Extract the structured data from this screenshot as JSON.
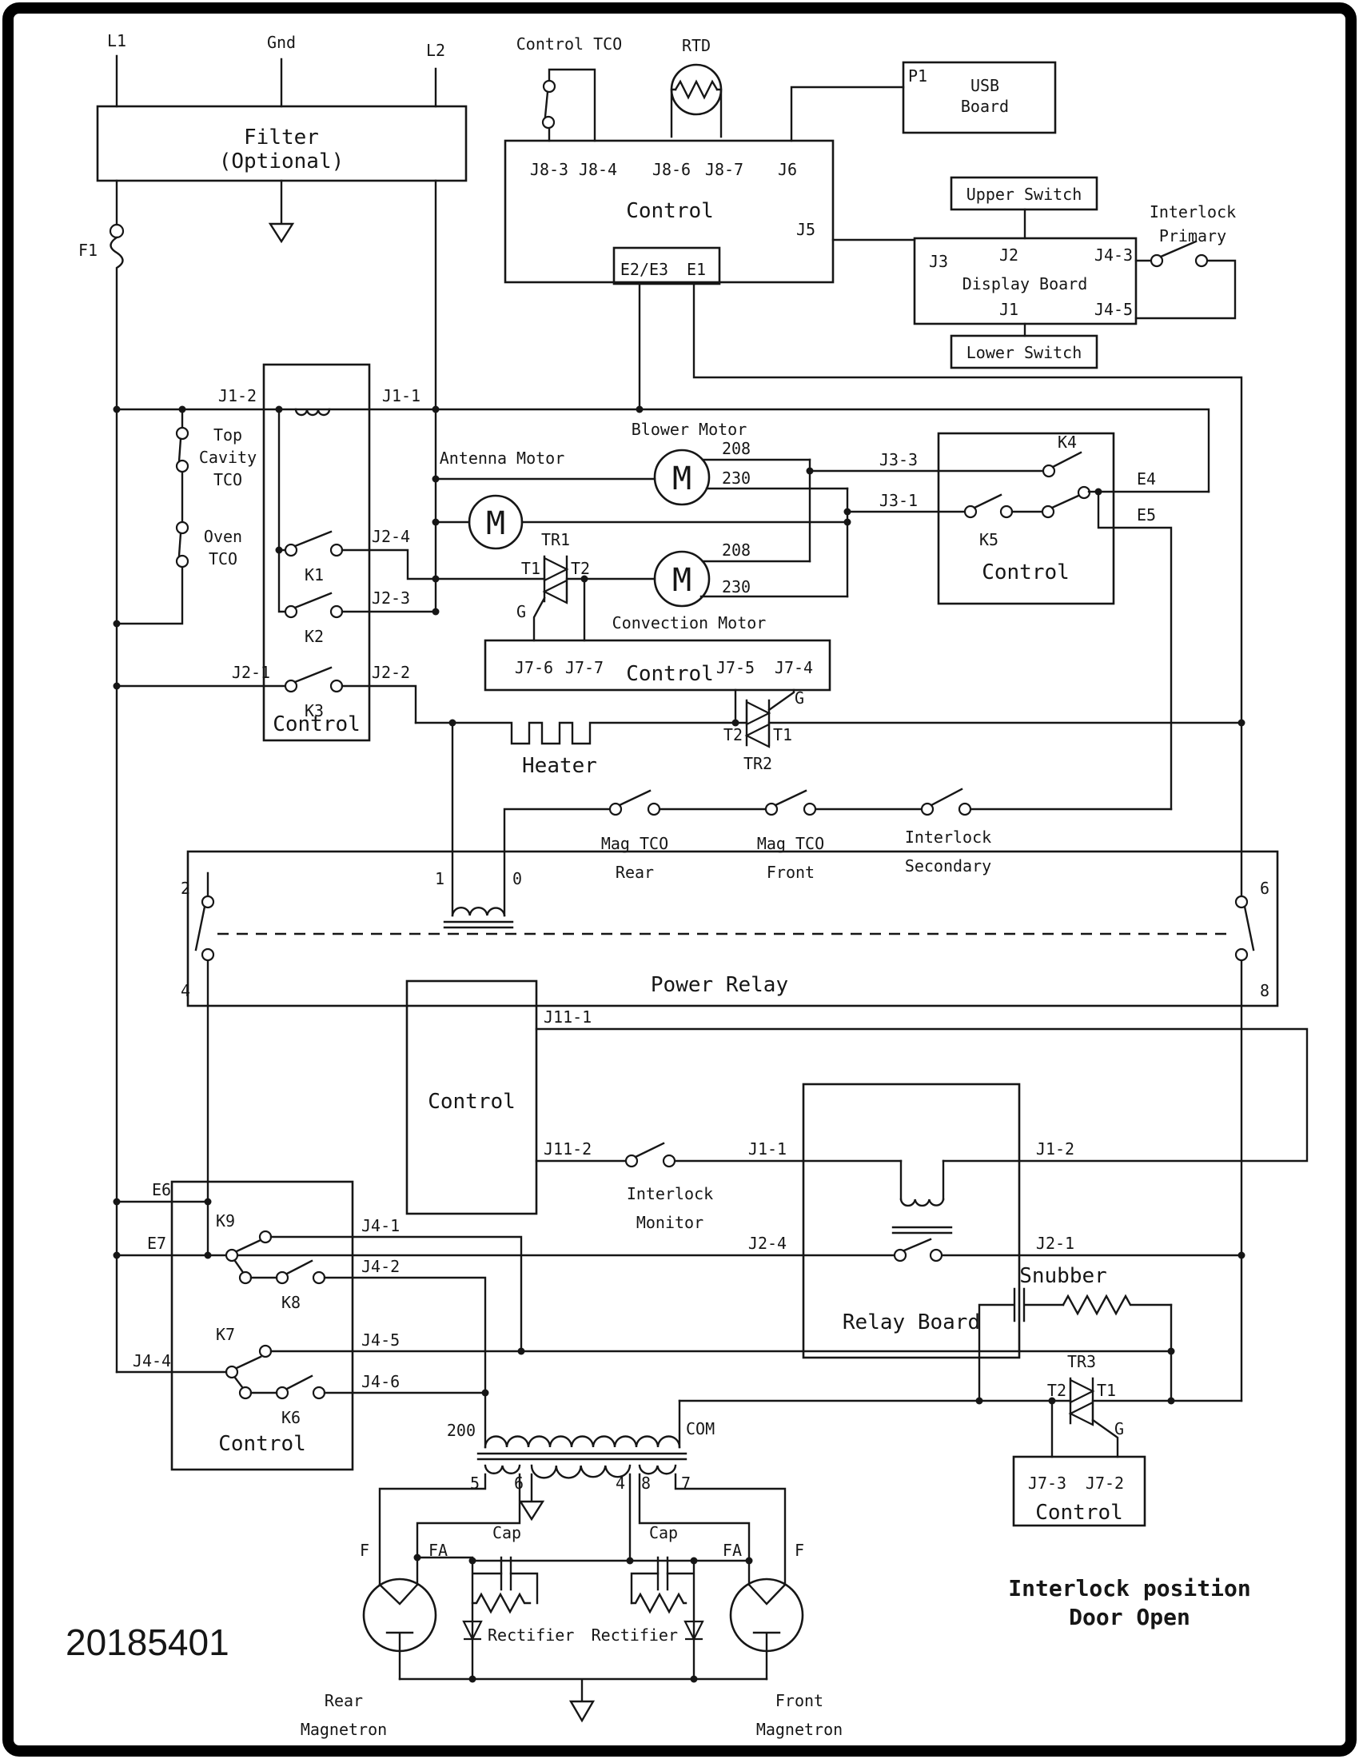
{
  "drawing_number": "20185401",
  "note": {
    "line1": "Interlock position",
    "line2": "Door Open"
  },
  "power_input": {
    "l1": "L1",
    "gnd": "Gnd",
    "l2": "L2",
    "filter_line1": "Filter",
    "filter_line2": "(Optional)",
    "fuse": "F1"
  },
  "control_main": {
    "title": "Control",
    "tco": "Control TCO",
    "rtd": "RTD",
    "j83": "J8-3",
    "j84": "J8-4",
    "j86": "J8-6",
    "j87": "J8-7",
    "j6": "J6",
    "j5": "J5",
    "e2e3": "E2/E3",
    "e1": "E1"
  },
  "usb_board": {
    "p1": "P1",
    "line1": "USB",
    "line2": "Board"
  },
  "display_board": {
    "title": "Display Board",
    "upper_switch": "Upper Switch",
    "lower_switch": "Lower Switch",
    "j2": "J2",
    "j3": "J3",
    "j1": "J1",
    "j43": "J4-3",
    "j45": "J4-5",
    "interlock_primary_1": "Interlock",
    "interlock_primary_2": "Primary"
  },
  "relay_control": {
    "title": "Control",
    "j12": "J1-2",
    "j11": "J1-1",
    "k1": "K1",
    "k2": "K2",
    "k3": "K3",
    "j24": "J2-4",
    "j23": "J2-3",
    "j21": "J2-1",
    "j22": "J2-2",
    "top_cavity_1": "Top",
    "top_cavity_2": "Cavity",
    "top_cavity_3": "TCO",
    "oven_1": "Oven",
    "oven_2": "TCO"
  },
  "motors": {
    "blower": "Blower Motor",
    "antenna": "Antenna Motor",
    "convection": "Convection Motor",
    "m": "M",
    "blower_208": "208",
    "blower_230": "230",
    "conv_208": "208",
    "conv_230": "230"
  },
  "tr1": {
    "name": "TR1",
    "t1": "T1",
    "t2": "T2",
    "g": "G"
  },
  "tr2": {
    "name": "TR2",
    "t1": "T1",
    "t2": "T2",
    "g": "G"
  },
  "tr3": {
    "name": "TR3",
    "t1": "T1",
    "t2": "T2",
    "g": "G"
  },
  "control_mid": {
    "title": "Control",
    "j76": "J7-6",
    "j77": "J7-7",
    "j75": "J7-5",
    "j74": "J7-4"
  },
  "control_k45": {
    "title": "Control",
    "k4": "K4",
    "k5": "K5",
    "j33": "J3-3",
    "j31": "J3-1",
    "e4": "E4",
    "e5": "E5"
  },
  "heater": "Heater",
  "mag_tco": {
    "rear_1": "Mag TCO",
    "rear_2": "Rear",
    "front_1": "Mag TCO",
    "front_2": "Front",
    "interlock_1": "Interlock",
    "interlock_2": "Secondary"
  },
  "power_relay": {
    "title": "Power Relay",
    "p2": "2",
    "p4": "4",
    "p1": "1",
    "p0": "0",
    "p6": "6",
    "p8": "8"
  },
  "control_lower": {
    "title": "Control",
    "j111": "J11-1",
    "j112": "J11-2"
  },
  "interlock_monitor": {
    "line1": "Interlock",
    "line2": "Monitor"
  },
  "relay_board": {
    "title": "Relay Board",
    "j11": "J1-1",
    "j12": "J1-2",
    "j24": "J2-4",
    "j21": "J2-1"
  },
  "control_k69": {
    "title": "Control",
    "k9": "K9",
    "k8": "K8",
    "k7": "K7",
    "k6": "K6",
    "j41": "J4-1",
    "j42": "J4-2",
    "j45": "J4-5",
    "j46": "J4-6",
    "j44": "J4-4",
    "e6": "E6",
    "e7": "E7"
  },
  "transformer": {
    "p200": "200",
    "com": "COM",
    "s5": "5",
    "s6": "6",
    "s4": "4",
    "s8": "8",
    "s7": "7"
  },
  "magnetrons": {
    "cap_rear": "Cap",
    "cap_front": "Cap",
    "rect_rear": "Rectifier",
    "rect_front": "Rectifier",
    "f_rear": "F",
    "fa_rear": "FA",
    "fa_front": "FA",
    "f_front": "F",
    "rear_1": "Rear",
    "rear_2": "Magnetron",
    "front_1": "Front",
    "front_2": "Magnetron"
  },
  "control_tr3": {
    "title": "Control",
    "j73": "J7-3",
    "j72": "J7-2"
  },
  "colors": {
    "ink": "#161616",
    "paper": "#ffffff"
  }
}
